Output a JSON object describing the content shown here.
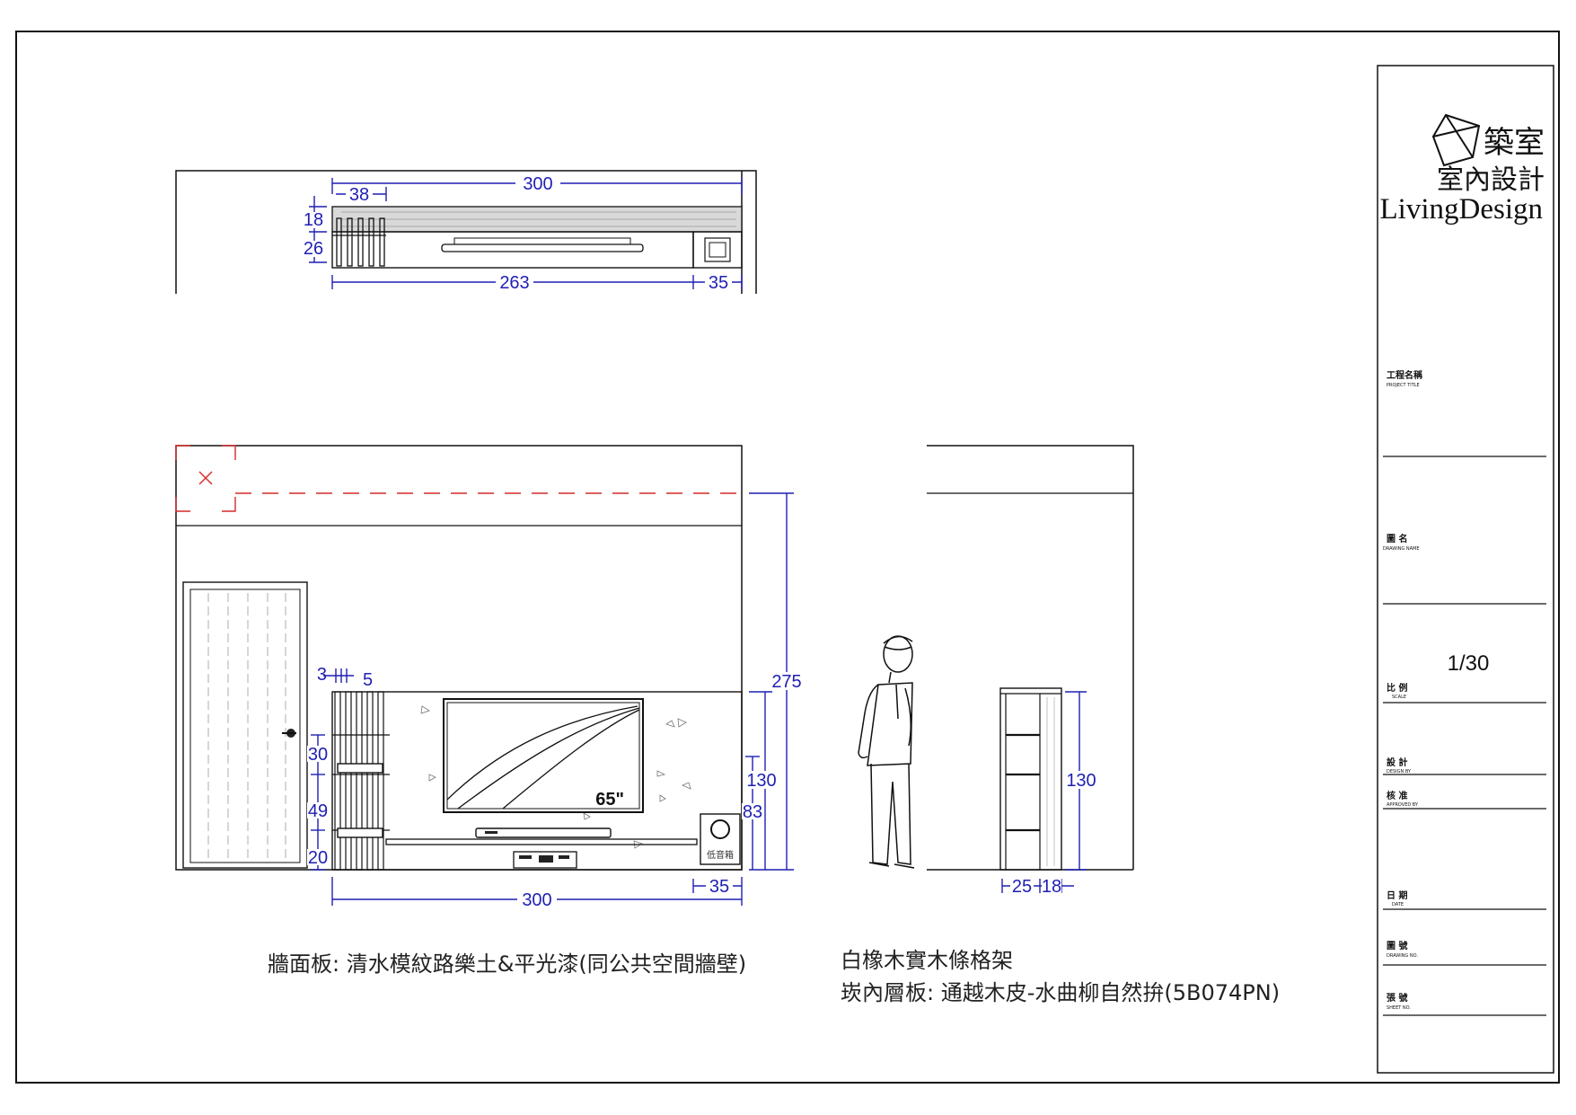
{
  "plan_view": {
    "dims": {
      "overall_top": "300",
      "slats_width": "38",
      "depth_top": "18",
      "depth_bottom": "26",
      "cabinet_width": "263",
      "end_width": "35"
    }
  },
  "front_elevation": {
    "dims": {
      "ceiling_height": "275",
      "slat_gap": "3",
      "slat_width": "5",
      "shelf_1": "30",
      "shelf_2": "49",
      "shelf_3": "20",
      "panel_height": "130",
      "speaker_height": "83",
      "overall_width": "300",
      "speaker_width": "35"
    },
    "tv_size_label": "65\"",
    "speaker_label": "低音箱"
  },
  "side_elevation": {
    "dims": {
      "height": "130",
      "depth_a": "25",
      "depth_b": "18"
    }
  },
  "notes": {
    "wall_panel": "牆面板: 清水模紋路樂土&平光漆(同公共空間牆壁)",
    "shelf_material": "白橡木實木條格架",
    "inner_board": "崁內層板: 通越木皮-水曲柳自然拚(5B074PN)"
  },
  "title_block": {
    "logo_cn_1": "築室",
    "logo_cn_2": "室內設計",
    "logo_en": "LivingDesign",
    "project_title_cn": "工程名稱",
    "project_title_en": "PROJECT TITLE",
    "drawing_name_cn": "圖 名",
    "drawing_name_en": "DRAWING NAME",
    "scale_value": "1/30",
    "scale_cn": "比 例",
    "scale_en": "SCALE",
    "design_cn": "設 計",
    "design_en": "DESIGN BY",
    "approved_cn": "核 准",
    "approved_en": "APPROVED BY",
    "date_cn": "日 期",
    "date_en": "DATE",
    "drawing_no_cn": "圖 號",
    "drawing_no_en": "DRAWING NO.",
    "sheet_no_cn": "張 號",
    "sheet_no_en": "SHEET NO."
  },
  "colors": {
    "dimension": "#1f1fb4",
    "hidden_line": "#d42a2a",
    "line": "#111111"
  }
}
